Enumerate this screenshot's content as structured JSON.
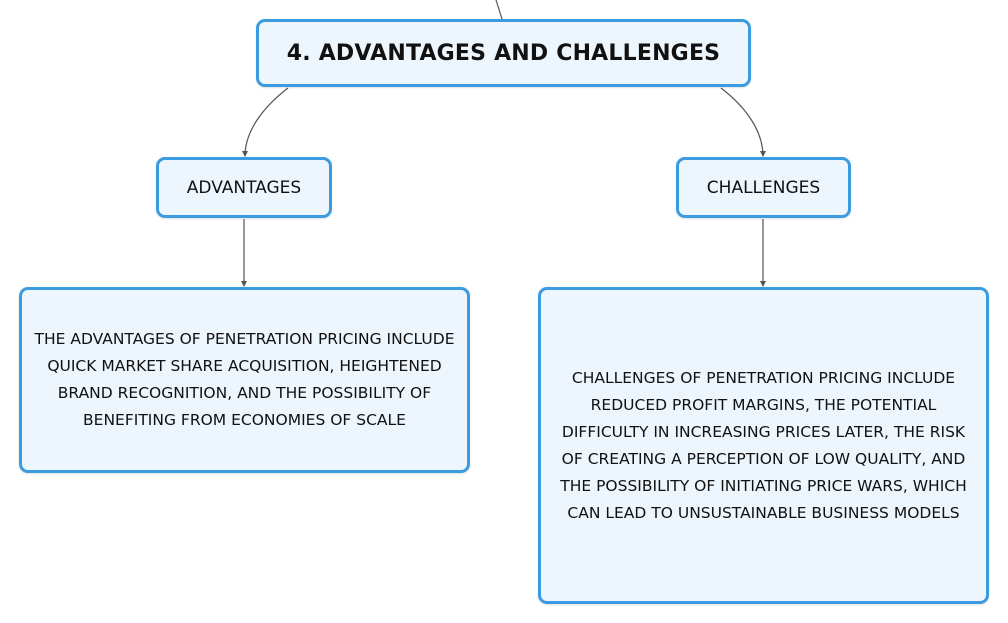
{
  "title": "4. ADVANTAGES AND CHALLENGES",
  "branches": [
    {
      "label": "ADVANTAGES",
      "description": "THE ADVANTAGES OF PENETRATION PRICING INCLUDE QUICK MARKET SHARE ACQUISITION, HEIGHTENED BRAND RECOGNITION, AND THE POSSIBILITY OF BENEFITING FROM ECONOMIES OF SCALE"
    },
    {
      "label": "CHALLENGES",
      "description": "CHALLENGES OF PENETRATION PRICING INCLUDE REDUCED PROFIT MARGINS, THE POTENTIAL DIFFICULTY IN INCREASING PRICES LATER, THE RISK OF CREATING A PERCEPTION OF LOW QUALITY, AND THE POSSIBILITY OF INITIATING PRICE WARS, WHICH CAN LEAD TO UNSUSTAINABLE BUSINESS MODELS"
    }
  ],
  "colors": {
    "node_border": "#3b9be0",
    "node_fill": "#eef6fd",
    "connector": "#555555"
  }
}
